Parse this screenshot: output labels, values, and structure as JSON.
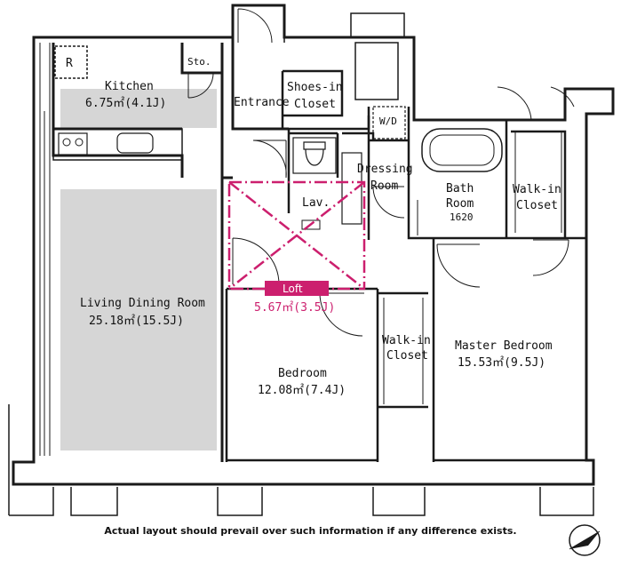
{
  "rooms": {
    "kitchen": {
      "name": "Kitchen",
      "area": "6.75㎡(4.1J)"
    },
    "storage": {
      "name": "Sto."
    },
    "refrigerator": {
      "name": "R"
    },
    "entrance": {
      "name": "Entrance"
    },
    "shoes_in_closet": {
      "line1": "Shoes-in",
      "line2": "Closet"
    },
    "washer_dryer": {
      "name": "W/D"
    },
    "dressing_room": {
      "line1": "Dressing",
      "line2": "Room"
    },
    "bath_room": {
      "line1": "Bath",
      "line2": "Room",
      "size": "1620"
    },
    "walk_in_closet_master": {
      "line1": "Walk-in",
      "line2": "Closet"
    },
    "lavatory": {
      "name": "Lav."
    },
    "loft": {
      "name": "Loft",
      "area": "5.67㎡(3.5J)"
    },
    "living_dining": {
      "name": "Living Dining Room",
      "area": "25.18㎡(15.5J)"
    },
    "bedroom": {
      "name": "Bedroom",
      "area": "12.08㎡(7.4J)"
    },
    "walk_in_closet_bedroom": {
      "line1": "Walk-in",
      "line2": "Closet"
    },
    "master_bedroom": {
      "name": "Master Bedroom",
      "area": "15.53㎡(9.5J)"
    }
  },
  "disclaimer": "Actual layout should prevail over such information if any difference exists.",
  "colors": {
    "wall": "#1a1a1a",
    "fill": "#d6d6d6",
    "loft": "#cc1f6e"
  },
  "icons": {
    "north_indicator": "compass-icon"
  }
}
